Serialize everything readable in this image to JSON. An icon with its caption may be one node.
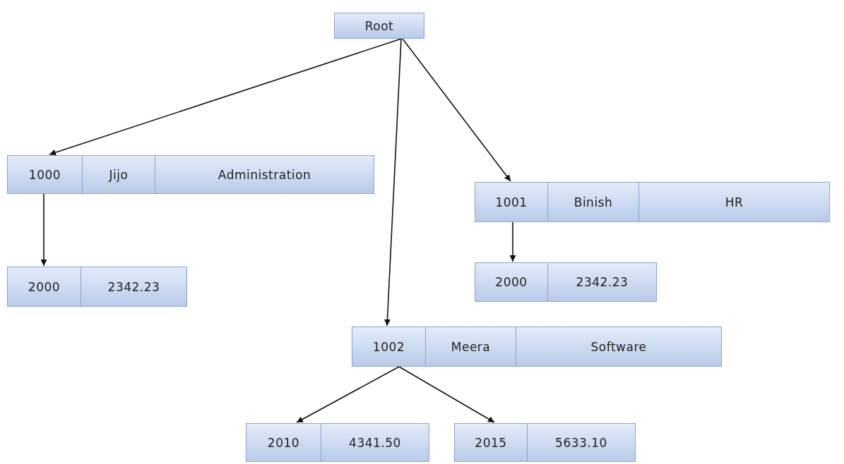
{
  "diagram": {
    "nodes": [
      {
        "text": [
          "Root"
        ]
      },
      {
        "text": [
          "1000",
          "Jijo",
          "Administration"
        ]
      },
      {
        "text": [
          "2000",
          "2342.23"
        ]
      },
      {
        "text": [
          "1001",
          "Binish",
          "HR"
        ]
      },
      {
        "text": [
          "2000",
          "2342.23"
        ]
      },
      {
        "text": [
          "1002",
          "Meera",
          "Software"
        ]
      },
      {
        "text": [
          "2010",
          "4341.50"
        ]
      },
      {
        "text": [
          "2015",
          "5633.10"
        ]
      }
    ],
    "edges": [
      {
        "from": 0,
        "to": 1,
        "arrow": "to"
      },
      {
        "from": 0,
        "to": 5,
        "arrow": "to"
      },
      {
        "from": 0,
        "to": 3,
        "arrow": "to"
      },
      {
        "from": 1,
        "to": 2,
        "arrow": "to"
      },
      {
        "from": 3,
        "to": 4,
        "arrow": "to"
      },
      {
        "from": 5,
        "to": 6,
        "arrow": "to"
      },
      {
        "from": 5,
        "to": 7,
        "arrow": "to"
      }
    ]
  }
}
